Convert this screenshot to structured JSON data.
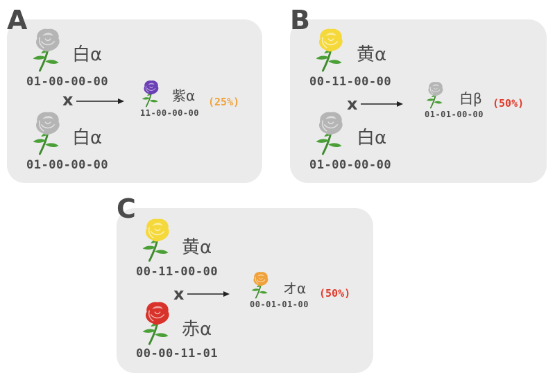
{
  "panels": [
    {
      "letter": "A",
      "parent1": {
        "label": "白α",
        "genes": "01-00-00-00",
        "color": "#b5b5b5"
      },
      "parent2": {
        "label": "白α",
        "genes": "01-00-00-00",
        "color": "#b5b5b5"
      },
      "cross": "x",
      "child": {
        "label": "紫α",
        "genes": "11-00-00-00",
        "percent": "(25%)",
        "color": "#6b3fb5",
        "percent_color": "#f0a23a"
      }
    },
    {
      "letter": "B",
      "parent1": {
        "label": "黄α",
        "genes": "00-11-00-00",
        "color": "#f5d83a"
      },
      "parent2": {
        "label": "白α",
        "genes": "01-00-00-00",
        "color": "#b5b5b5"
      },
      "cross": "x",
      "child": {
        "label": "白β",
        "genes": "01-01-00-00",
        "percent": "(50%)",
        "color": "#b5b5b5",
        "percent_color": "#e03a2a"
      }
    },
    {
      "letter": "C",
      "parent1": {
        "label": "黄α",
        "genes": "00-11-00-00",
        "color": "#f5d83a"
      },
      "parent2": {
        "label": "赤α",
        "genes": "00-00-11-01",
        "color": "#d8322a"
      },
      "cross": "x",
      "child": {
        "label": "オα",
        "genes": "00-01-01-00",
        "percent": "(50%)",
        "color": "#f0a23a",
        "percent_color": "#e03a2a"
      }
    }
  ]
}
